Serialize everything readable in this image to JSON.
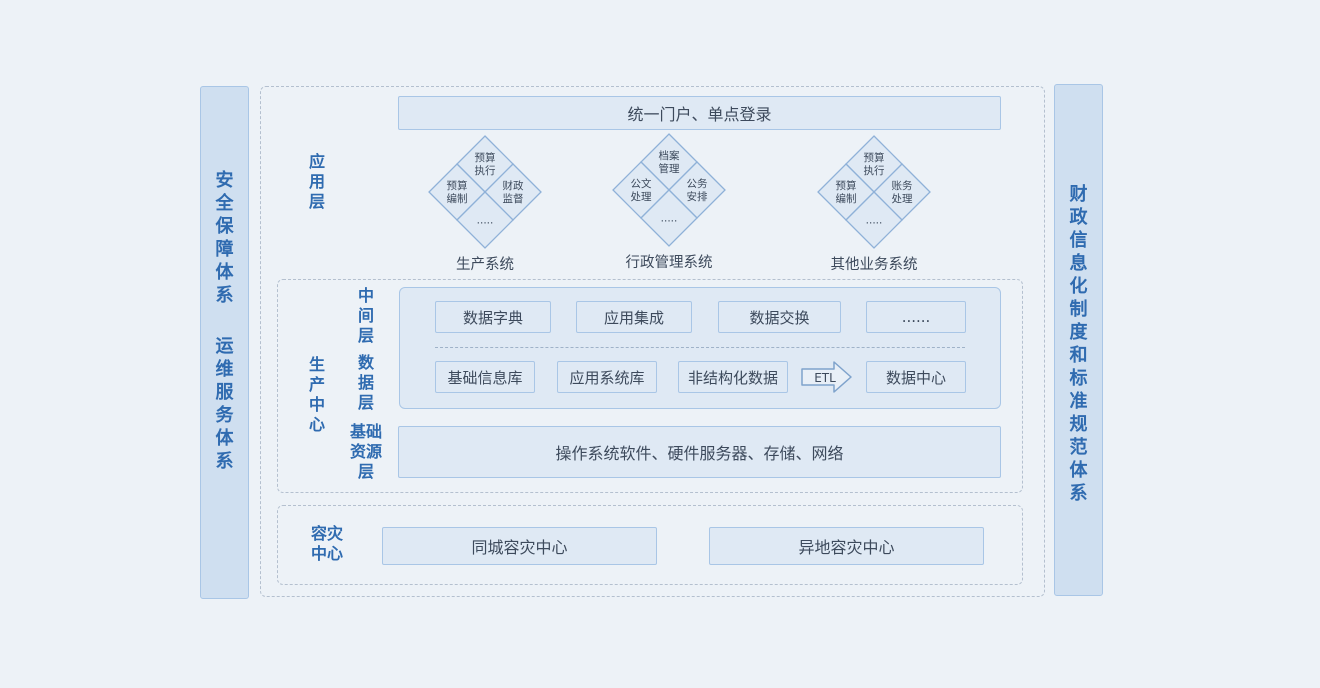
{
  "left_panel": {
    "col1": "安\n全\n保\n障\n体\n系",
    "col2": "运\n维\n服\n务\n体\n系"
  },
  "right_panel": {
    "text": "财\n政\n信\n息\n化\n制\n度\n和\n标\n准\n规\n范\n体\n系"
  },
  "app_layer": {
    "label": "应\n用\n层",
    "portal": "统一门户、单点登录",
    "systems": [
      {
        "name": "生产系统",
        "top": "预算\n执行",
        "left": "预算\n编制",
        "right": "财政\n监督",
        "bottom": "....."
      },
      {
        "name": "行政管理系统",
        "top": "档案\n管理",
        "left": "公文\n处理",
        "right": "公务\n安排",
        "bottom": "....."
      },
      {
        "name": "其他业务系统",
        "top": "预算\n执行",
        "left": "预算\n编制",
        "right": "账务\n处理",
        "bottom": "....."
      }
    ]
  },
  "production_center": {
    "label": "生\n产\n中\n心",
    "middleware_label": "中\n间\n层",
    "middleware_items": [
      "数据字典",
      "应用集成",
      "数据交换",
      "......"
    ],
    "data_label": "数\n据\n层",
    "data_items": [
      "基础信息库",
      "应用系统库",
      "非结构化数据"
    ],
    "etl": "ETL",
    "data_center": "数据中心",
    "infra_label": "基础\n资源\n层",
    "infra": "操作系统软件、硬件服务器、存储、网络"
  },
  "dr_center": {
    "label": "容灾\n中心",
    "items": [
      "同城容灾中心",
      "异地容灾中心"
    ]
  },
  "colors": {
    "accent_text": "#2f6bb0",
    "box_fill": "#dfe9f4",
    "box_border": "#a9c6e6",
    "side_fill": "#cfdff0",
    "background": "#edf2f7"
  }
}
